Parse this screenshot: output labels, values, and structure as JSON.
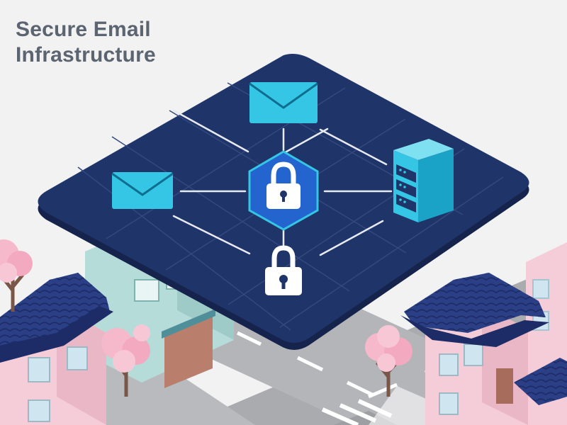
{
  "title": {
    "line1": "Secure Email",
    "line2": "Infrastructure"
  },
  "diagram": {
    "nodes": [
      {
        "id": "email-top",
        "icon": "envelope-icon"
      },
      {
        "id": "email-left",
        "icon": "envelope-icon"
      },
      {
        "id": "hub",
        "icon": "padlock-icon"
      },
      {
        "id": "server",
        "icon": "server-icon"
      },
      {
        "id": "lock-bottom",
        "icon": "padlock-icon"
      }
    ],
    "edges": [
      [
        "hub",
        "email-top"
      ],
      [
        "hub",
        "email-left"
      ],
      [
        "hub",
        "server"
      ],
      [
        "hub",
        "lock-bottom"
      ]
    ]
  },
  "colors": {
    "platform": "#1f3469",
    "accent": "#35c6e6",
    "hub": "#2364ce",
    "sky": "#f2f2f2",
    "road": "#a7a9ad",
    "house_pink": "#f5cdd8",
    "house_mint": "#b6dcd9",
    "roof": "#2b3f86",
    "blossom": "#f6b9cc"
  }
}
